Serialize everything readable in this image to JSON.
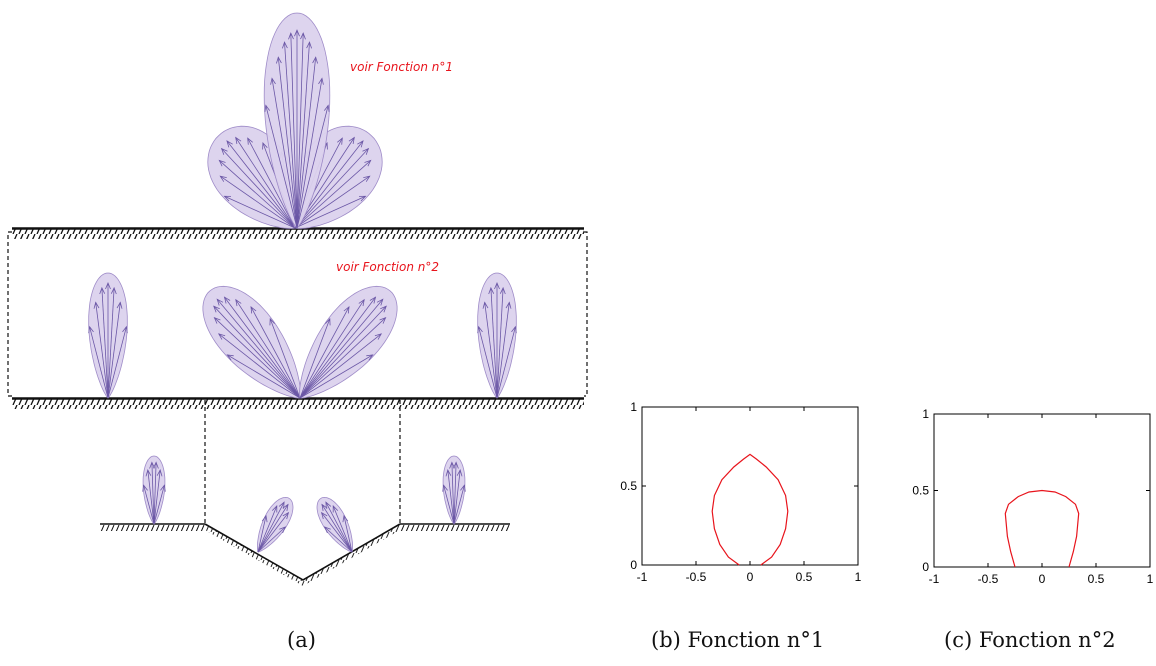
{
  "annotations": {
    "fonction1_note": "voir Fonction n°1",
    "fonction2_note": "voir Fonction n°2"
  },
  "captions": {
    "a": "(a)",
    "b": "(b) Fonction n°1",
    "c": "(c) Fonction n°2"
  },
  "colors": {
    "lobe_fill": "#dcd2ee",
    "lobe_stroke": "#9a86c6",
    "arrow": "#6b57a6",
    "ground": "#111111",
    "curve": "#e8141c",
    "annotation": "#e8141c"
  },
  "chart_data": [
    {
      "type": "line",
      "title": "Fonction n°1",
      "xlim": [
        -1,
        1
      ],
      "ylim": [
        0,
        1
      ],
      "xticks": [
        "-1",
        "-0.5",
        "0",
        "0.5",
        "1"
      ],
      "yticks": [
        "0",
        "0.5",
        "1"
      ],
      "series": [
        {
          "x": [
            -0.1,
            -0.2,
            -0.28,
            -0.33,
            -0.35,
            -0.33,
            -0.26,
            -0.15,
            -0.06,
            0,
            0.06,
            0.15,
            0.26,
            0.33,
            0.35,
            0.33,
            0.28,
            0.2,
            0.1
          ],
          "y": [
            0,
            0.05,
            0.13,
            0.23,
            0.34,
            0.44,
            0.54,
            0.62,
            0.67,
            0.7,
            0.67,
            0.62,
            0.54,
            0.44,
            0.34,
            0.23,
            0.13,
            0.05,
            0
          ],
          "color": "#e8141c"
        }
      ]
    },
    {
      "type": "line",
      "title": "Fonction n°2",
      "xlim": [
        -1,
        1
      ],
      "ylim": [
        0,
        1
      ],
      "xticks": [
        "-1",
        "-0.5",
        "0",
        "0.5",
        "1"
      ],
      "yticks": [
        "0",
        "0.5",
        "1"
      ],
      "series": [
        {
          "x": [
            -0.25,
            -0.29,
            -0.32,
            -0.34,
            -0.31,
            -0.22,
            -0.12,
            0,
            0.12,
            0.22,
            0.31,
            0.34,
            0.32,
            0.29,
            0.25
          ],
          "y": [
            0,
            0.1,
            0.2,
            0.35,
            0.41,
            0.46,
            0.49,
            0.5,
            0.49,
            0.46,
            0.41,
            0.35,
            0.2,
            0.1,
            0
          ],
          "color": "#e8141c"
        }
      ]
    }
  ]
}
